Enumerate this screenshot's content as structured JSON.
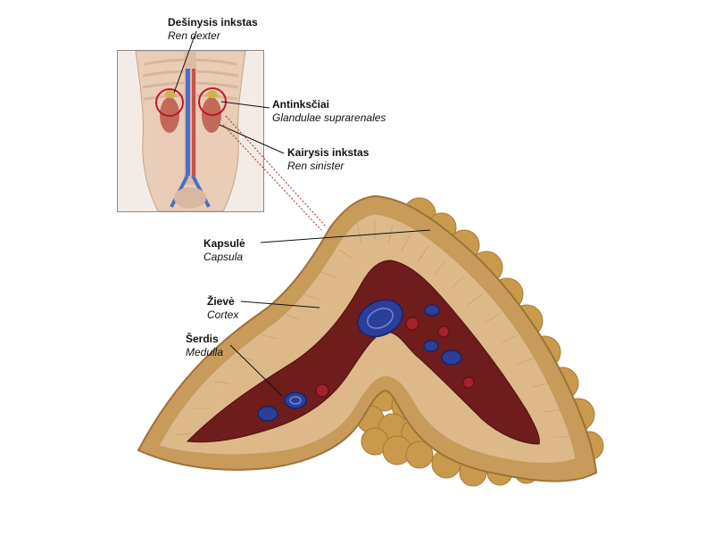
{
  "labels": {
    "right_kidney": {
      "main": "Dešinysis inkstas",
      "latin": "Ren dexter"
    },
    "adrenals": {
      "main": "Antinksčiai",
      "latin": "Glandulae suprarenales"
    },
    "left_kidney": {
      "main": "Kairysis inkstas",
      "latin": "Ren sinister"
    },
    "capsule": {
      "main": "Kapsulė",
      "latin": "Capsula"
    },
    "cortex": {
      "main": "Žievė",
      "latin": "Cortex"
    },
    "medulla": {
      "main": "Šerdis",
      "latin": "Medulla"
    }
  },
  "colors": {
    "capsule": "#c99b5a",
    "capsule_edge": "#b48544",
    "cortex": "#ddb98a",
    "medulla": "#6e1c1c",
    "vein": "#2b3f9a",
    "artery": "#a3232a",
    "fat": "#c79b4e",
    "marker": "#c0182a"
  }
}
